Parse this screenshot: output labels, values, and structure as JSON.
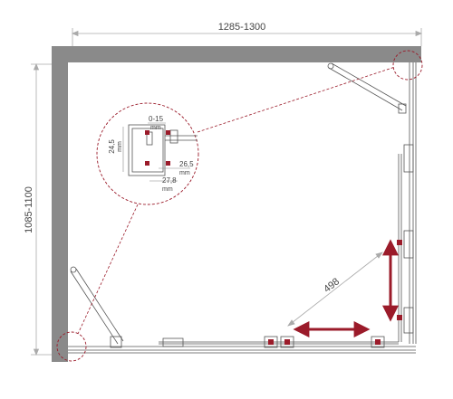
{
  "dimensions": {
    "width_label": "1285-1300",
    "height_label": "1085-1100",
    "diagonal_label": "498"
  },
  "detail": {
    "gap_label": "0-15",
    "gap_unit": "mm",
    "height_label": "24,5",
    "height_unit": "mm",
    "offset_label": "26,5",
    "offset_unit": "mm",
    "depth_label": "27,8",
    "depth_unit": "mm"
  },
  "colors": {
    "wall": "#8a8a8a",
    "accent": "#9b1b2a",
    "dim_line": "#aaaaaa",
    "profile": "#555555"
  }
}
